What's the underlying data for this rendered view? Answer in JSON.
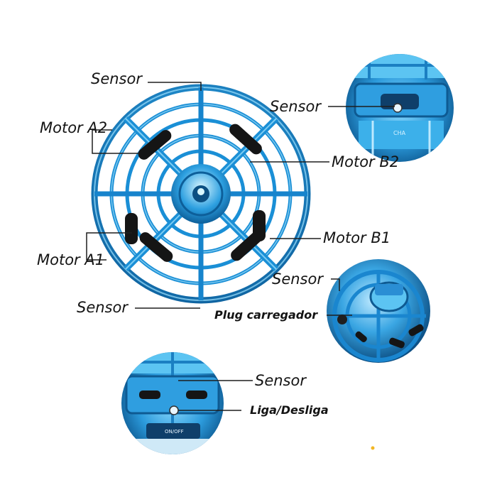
{
  "labels": {
    "sensor_top": "Sensor",
    "motor_a2": "Motor A2",
    "motor_b2": "Motor B2",
    "motor_b1": "Motor B1",
    "motor_a1": "Motor A1",
    "sensor_bottom_main": "Sensor",
    "sensor_inset_top": "Sensor",
    "chassis_marking": "CHA",
    "sensor_inset_mid": "Sensor",
    "plug_carregador": "Plug carregador",
    "sensor_inset_bottom": "Sensor",
    "liga_desliga": "Liga/Desliga",
    "switch_marking": "ON/OFF"
  },
  "colors": {
    "cage_blue": "#1a8fd6",
    "cage_highlight": "#9fe3ff",
    "cage_dark": "#0b5a96",
    "motor_black": "#151515",
    "label_text": "#141414",
    "leader_line": "#1e1e1e",
    "accent_dot": "#f2b623"
  }
}
